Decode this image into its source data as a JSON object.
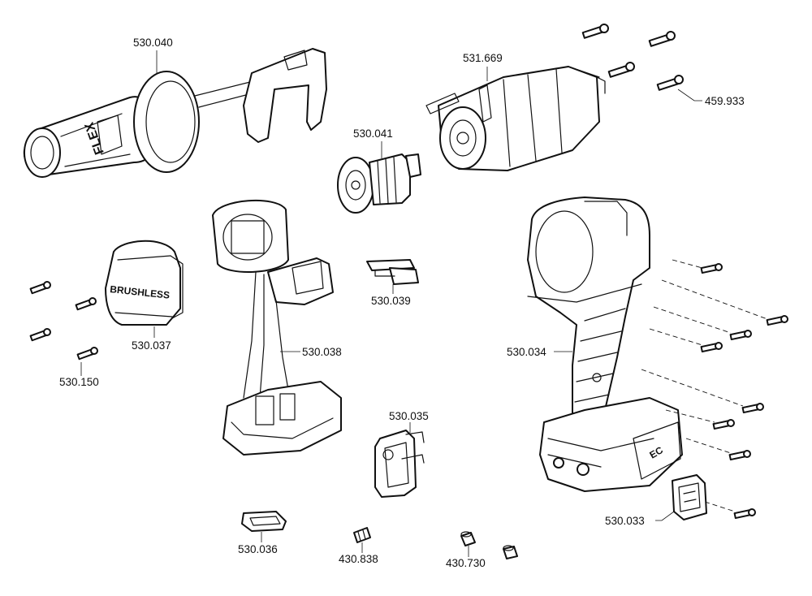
{
  "diagram": {
    "parts": [
      {
        "id": "530.040",
        "label": "530.040"
      },
      {
        "id": "531.669",
        "label": "531.669"
      },
      {
        "id": "459.933",
        "label": "459.933"
      },
      {
        "id": "530.041",
        "label": "530.041"
      },
      {
        "id": "530.037",
        "label": "530.037"
      },
      {
        "id": "530.038",
        "label": "530.038"
      },
      {
        "id": "530.039",
        "label": "530.039"
      },
      {
        "id": "530.034",
        "label": "530.034"
      },
      {
        "id": "530.150",
        "label": "530.150"
      },
      {
        "id": "530.035",
        "label": "530.035"
      },
      {
        "id": "530.033",
        "label": "530.033"
      },
      {
        "id": "530.036",
        "label": "530.036"
      },
      {
        "id": "430.838",
        "label": "430.838"
      },
      {
        "id": "430.730",
        "label": "430.730"
      }
    ],
    "printed_marks": {
      "brand_on_handle": "FLEX",
      "motor_cover_text": "BRUSHLESS",
      "housing_badge": "EC"
    }
  }
}
